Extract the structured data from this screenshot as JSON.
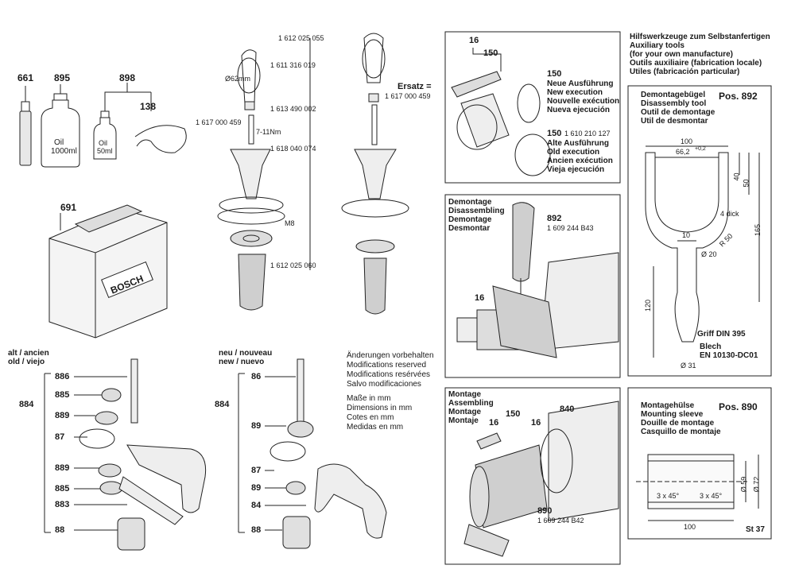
{
  "top_left": {
    "part_661": "661",
    "part_895": "895",
    "part_898": "898",
    "part_138": "138",
    "part_691": "691",
    "oil_bottle_label_1": "Oil",
    "oil_bottle_label_2": "1000ml",
    "oil_small_label_1": "Oil",
    "oil_small_label_2": "50ml",
    "case_brand": "BOSCH"
  },
  "handle_assembly": {
    "pn_1612025055": "1 612 025 055",
    "pn_1611316019": "1 611 316 019",
    "diam_62": "Ø62mm",
    "pn_1613490002": "1 613 490 002",
    "torque": "7-11Nm",
    "pn_1617000459_left": "1 617 000 459",
    "pn_1618040074": "1 618 040 074",
    "m8": "M8",
    "pn_1612025060": "1 612 025 060",
    "ersatz_label": "Ersatz =",
    "ersatz_pn": "1 617 000 459"
  },
  "alt_section": {
    "header_1": "alt / ancien",
    "header_2": "old / viejo",
    "group": "884",
    "items": [
      "886",
      "885",
      "889",
      "87",
      "889",
      "885",
      "883",
      "88"
    ]
  },
  "neu_section": {
    "header_1": "neu / nouveau",
    "header_2": "new / nuevo",
    "group": "884",
    "items": [
      "86",
      "89",
      "87",
      "89",
      "84",
      "88"
    ]
  },
  "notes": {
    "changes": [
      "Änderungen vorbehalten",
      "Modifications reserved",
      "Modifications resérvées",
      "Salvo modificaciones"
    ],
    "units": [
      "Maße in mm",
      "Dimensions in mm",
      "Cotes en mm",
      "Medidas en mm"
    ]
  },
  "panel_150": {
    "p16": "16",
    "p150": "150",
    "new_num": "150",
    "new_exec": [
      "Neue Ausführung",
      "New execution",
      "Nouvelle exécution",
      "Nueva ejecución"
    ],
    "old_num": "150",
    "old_pn": "1 610 210 127",
    "old_exec": [
      "Alte Ausführung",
      "Old execution",
      "Ancien exécution",
      "Vieja ejecución"
    ]
  },
  "panel_demontage": {
    "title": [
      "Demontage",
      "Disassembling",
      "Demontage",
      "Desmontar"
    ],
    "tool_num": "892",
    "tool_pn": "1 609 244 B43",
    "p16": "16"
  },
  "panel_montage": {
    "title": [
      "Montage",
      "Assembling",
      "Montage",
      "Montaje"
    ],
    "p16a": "16",
    "p150": "150",
    "p16b": "16",
    "p840": "840",
    "tool_num": "890",
    "tool_pn": "1 609 244 B42"
  },
  "aux_tools_header": [
    "Hilfswerkzeuge zum Selbstanfertigen",
    "Auxiliary tools",
    "(for your own manufacture)",
    "Outils auxiliaire (fabrication locale)",
    "Utiles (fabricación particular)"
  ],
  "panel_892": {
    "title": [
      "Demontagebügel",
      "Disassembly tool",
      "Outil de demontage",
      "Util de desmontar"
    ],
    "pos": "Pos. 892",
    "dims": {
      "d100": "100",
      "d66": "66,2",
      "tol": "+0,2",
      "d40": "40",
      "d50": "50",
      "thick": "4 dick",
      "d165": "165",
      "d10": "10",
      "r50": "R 50",
      "d20": "Ø 20",
      "d120": "120",
      "d31": "Ø 31"
    },
    "grip": "Griff DIN 395",
    "blech_1": "Blech",
    "blech_2": "EN 10130-DC01"
  },
  "panel_890": {
    "title": [
      "Montagehülse",
      "Mounting sleeve",
      "Douille de montage",
      "Casquillo de montaje"
    ],
    "pos": "Pos. 890",
    "dims": {
      "c1": "3 x 45°",
      "c2": "3 x 45°",
      "d59": "Ø 59",
      "d72": "Ø 72",
      "d100": "100"
    },
    "material": "St 37"
  }
}
